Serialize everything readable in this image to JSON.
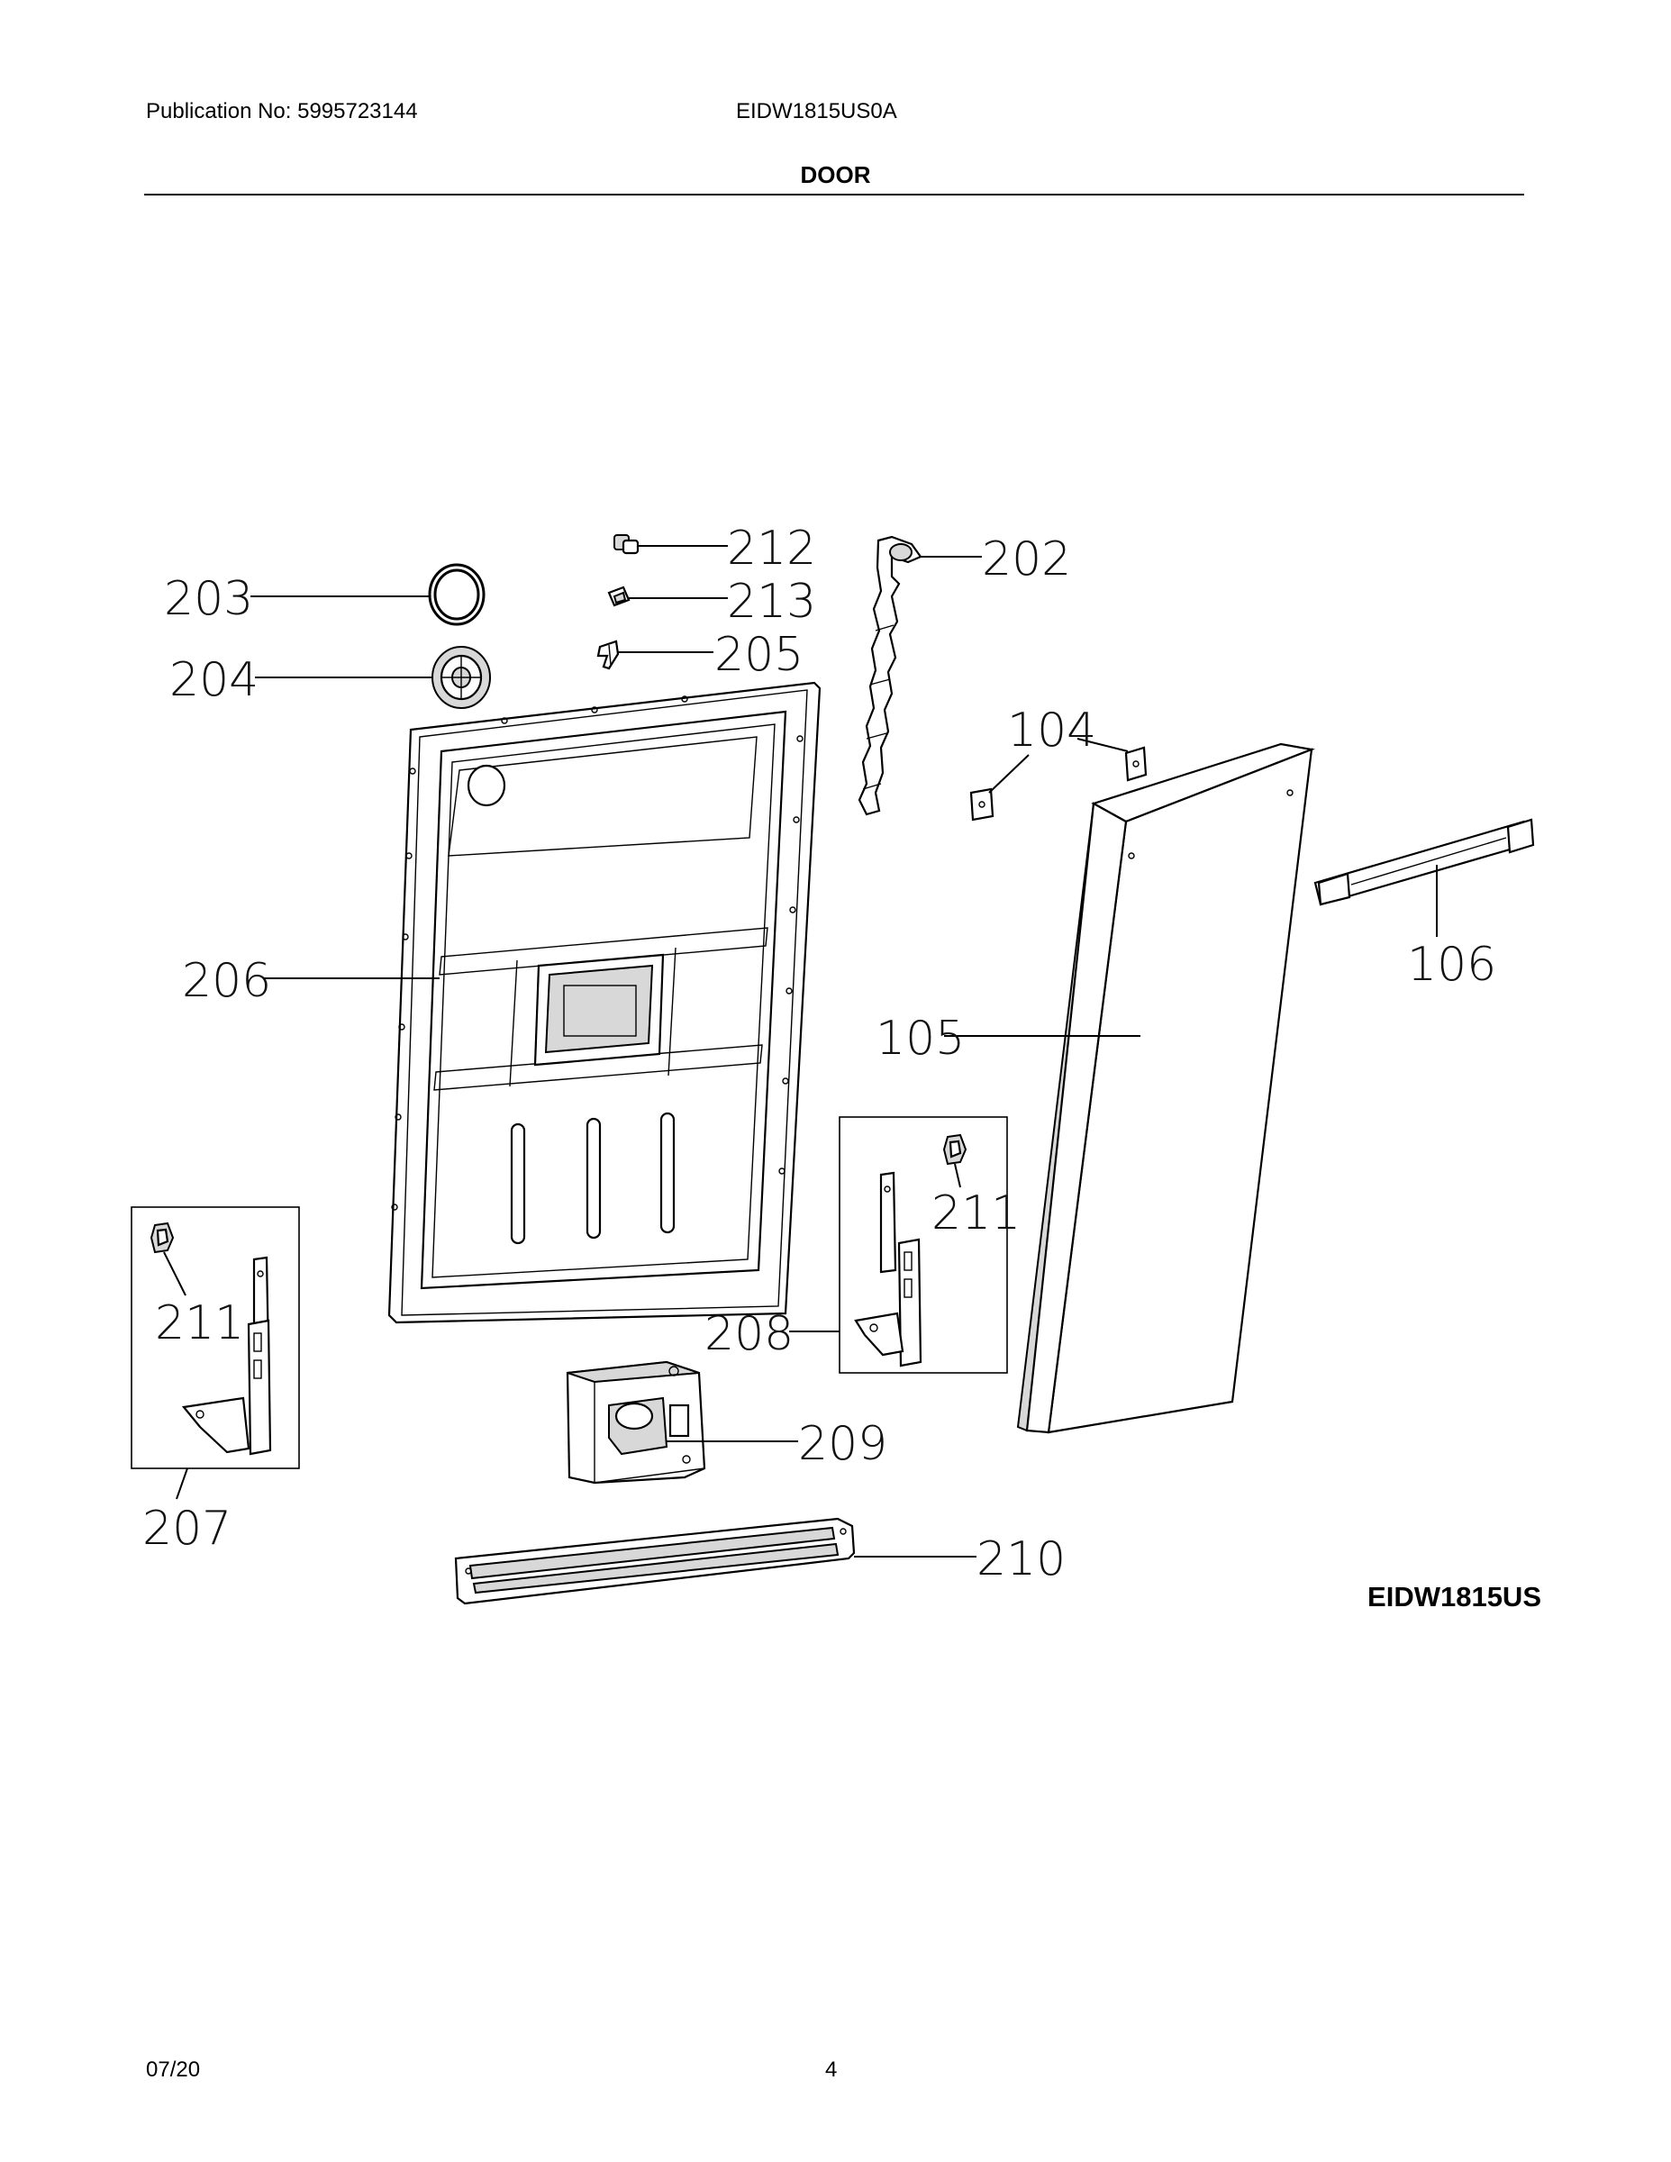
{
  "header": {
    "publication": "Publication No: 5995723144",
    "model": "EIDW1815US0A",
    "section_title": "DOOR"
  },
  "diagram": {
    "model_badge": "EIDW1815US",
    "callouts": {
      "c212": "212",
      "c202": "202",
      "c203": "203",
      "c213": "213",
      "c204": "204",
      "c205": "205",
      "c104": "104",
      "c206": "206",
      "c106": "106",
      "c105": "105",
      "c211a": "211",
      "c211b": "211",
      "c208": "208",
      "c209": "209",
      "c207": "207",
      "c210": "210"
    }
  },
  "footer": {
    "date": "07/20",
    "page_number": "4"
  }
}
